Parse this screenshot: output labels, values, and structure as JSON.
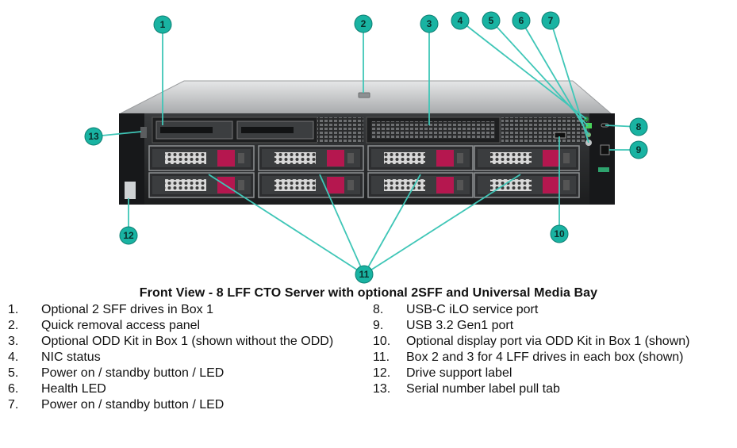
{
  "title": "Front View - 8 LFF CTO Server with optional 2SFF and Universal Media Bay",
  "callouts": [
    "1",
    "2",
    "3",
    "4",
    "5",
    "6",
    "7",
    "8",
    "9",
    "10",
    "11",
    "12",
    "13"
  ],
  "legend_left": [
    {
      "num": "1.",
      "text": "Optional 2 SFF drives in Box 1"
    },
    {
      "num": "2.",
      "text": "Quick removal access panel"
    },
    {
      "num": "3.",
      "text": "Optional ODD Kit in Box 1 (shown without the ODD)"
    },
    {
      "num": "4.",
      "text": "NIC status"
    },
    {
      "num": "5.",
      "text": "Power on / standby button / LED"
    },
    {
      "num": "6.",
      "text": "Health LED"
    },
    {
      "num": "7.",
      "text": "Power on / standby button / LED"
    }
  ],
  "legend_right": [
    {
      "num": "8.",
      "text": "USB-C iLO service port"
    },
    {
      "num": "9.",
      "text": "USB 3.2 Gen1 port"
    },
    {
      "num": "10.",
      "text": "Optional display port via ODD Kit in Box 1 (shown)"
    },
    {
      "num": "11.",
      "text": "Box 2 and 3 for 4 LFF drives in each box (shown)"
    },
    {
      "num": "12.",
      "text": "Drive support label"
    },
    {
      "num": "13.",
      "text": "Serial number label pull tab"
    }
  ],
  "colors": {
    "callout": "#19b3a2",
    "callout_line": "#3fc6b7",
    "drive_latch": "#b5174f",
    "chassis_top": "#c9cbcd",
    "chassis_front": "#2b2d2f"
  }
}
